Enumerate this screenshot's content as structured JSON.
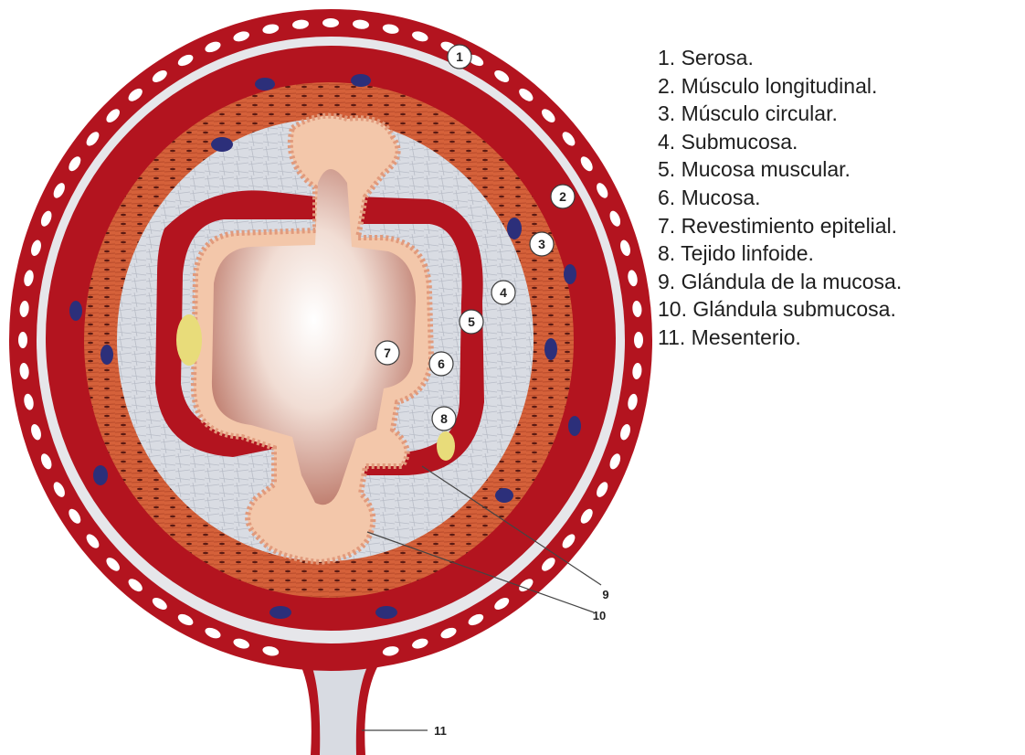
{
  "legend": [
    "1. Serosa.",
    "2. Músculo longitudinal.",
    "3. Músculo circular.",
    "4. Submucosa.",
    "5. Mucosa muscular.",
    "6. Mucosa.",
    "7. Revestimiento epitelial.",
    "8. Tejido linfoide.",
    "9. Glándula de la mucosa.",
    "10. Glándula submucosa.",
    "11. Mesenterio."
  ],
  "callouts": [
    "1",
    "2",
    "3",
    "4",
    "5",
    "6",
    "7",
    "8",
    "9",
    "10",
    "11"
  ],
  "colors": {
    "muscle_red": "#b3141f",
    "circular_muscle": "#d9643a",
    "submucosa": "#d8dbe2",
    "epithelium": "#f6c9a8",
    "lumen": "#c27a64",
    "vessel": "#2c2f7a",
    "lymphoid": "#e8dc7a"
  }
}
